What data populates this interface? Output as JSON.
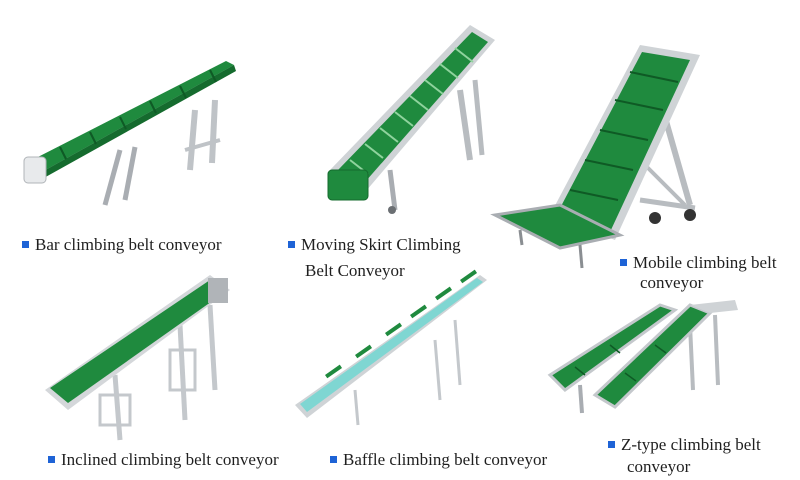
{
  "accent": "#1e63d6",
  "belt_color": "#1f8a3e",
  "baffle_belt_color": "#7fd6d2",
  "frame_color": "#c9ccd0",
  "items": [
    {
      "label": "Bar climbing belt conveyor"
    },
    {
      "label": "Moving Skirt Climbing",
      "label2": "Belt Conveyor"
    },
    {
      "label": "Mobile climbing belt",
      "label2": "conveyor"
    },
    {
      "label": "Inclined climbing belt conveyor"
    },
    {
      "label": "Baffle climbing belt conveyor"
    },
    {
      "label": "Z-type climbing belt",
      "label2": "conveyor"
    }
  ]
}
